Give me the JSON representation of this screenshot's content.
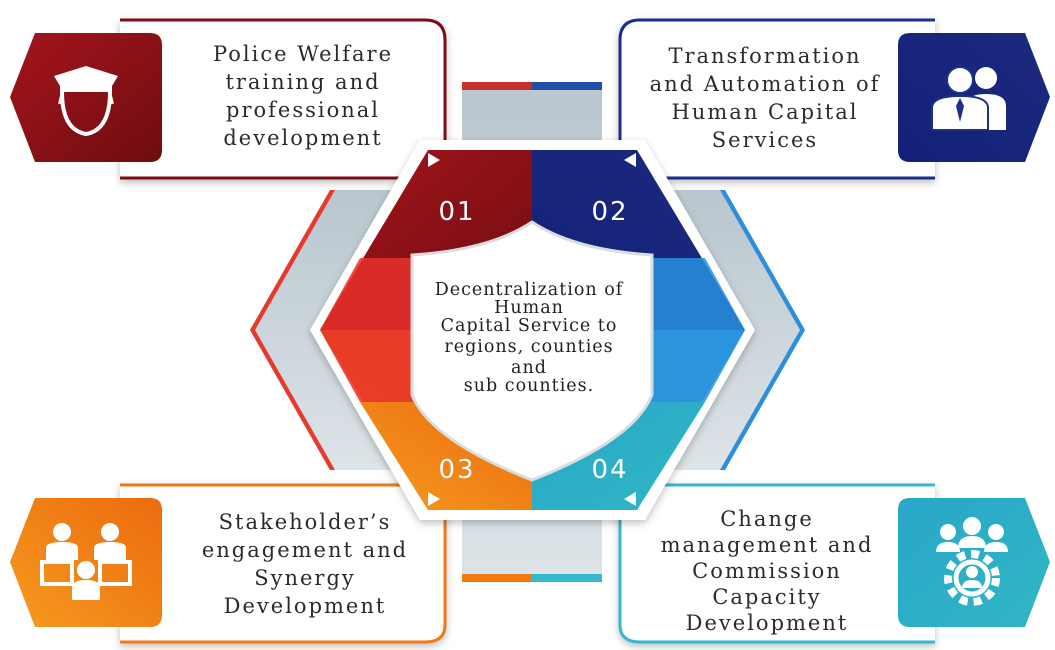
{
  "center": {
    "lines": [
      "Decentralization of",
      "Human",
      "Capital Service to",
      "regions, counties",
      "and",
      "sub counties."
    ]
  },
  "items": [
    {
      "number": "01",
      "lines": [
        "Police Welfare",
        "training and",
        "professional",
        "development"
      ],
      "icon": "police-officer-icon",
      "color": "#8b1212"
    },
    {
      "number": "02",
      "lines": [
        "Transformation",
        "and Automation of",
        "Human Capital",
        "Services"
      ],
      "icon": "business-people-icon",
      "color": "#1f2f8c"
    },
    {
      "number": "03",
      "lines": [
        "Stakeholder’s",
        "engagement and",
        "Synergy",
        "Development"
      ],
      "icon": "team-meeting-icon",
      "color": "#ef7a12"
    },
    {
      "number": "04",
      "lines": [
        "Change",
        "management and",
        "Commission",
        "Capacity",
        "Development"
      ],
      "icon": "team-gear-icon",
      "color": "#35b8cc"
    }
  ]
}
